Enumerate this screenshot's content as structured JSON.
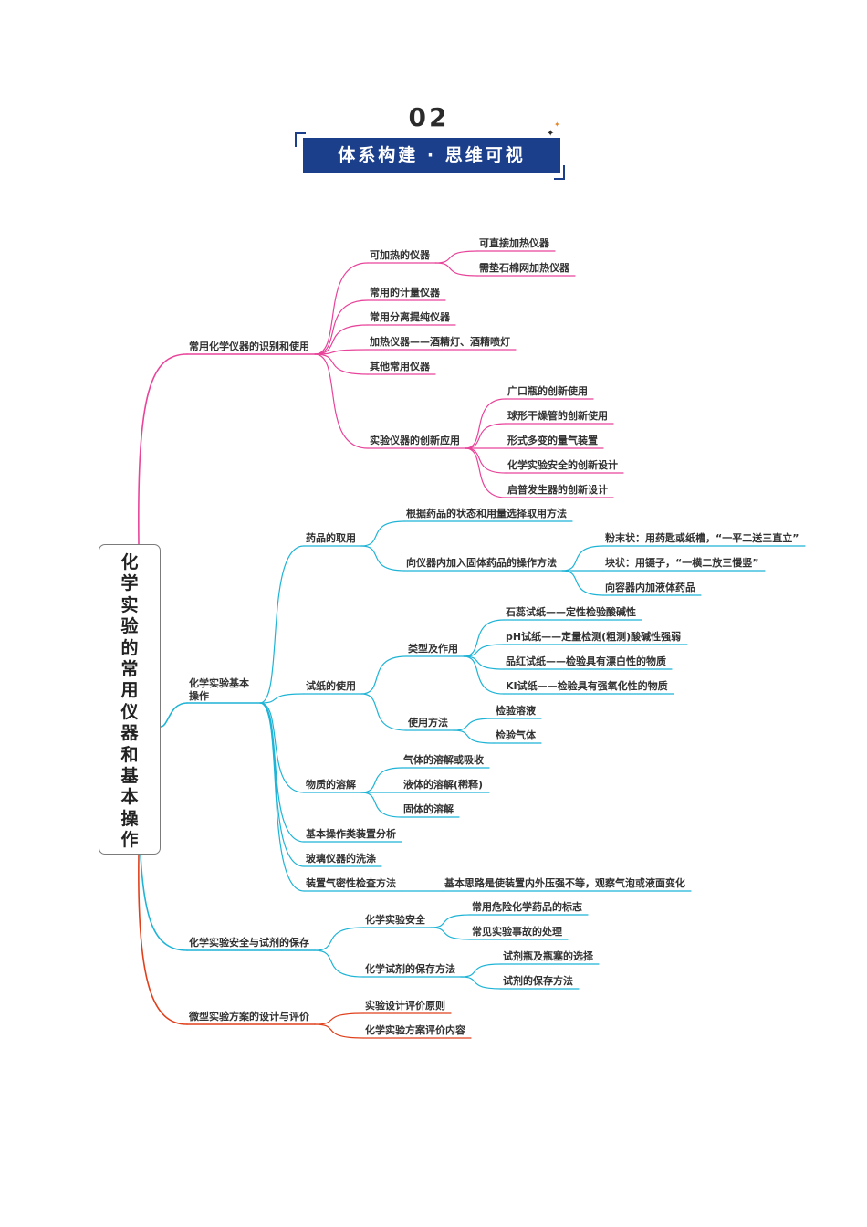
{
  "header": {
    "section_number": "02",
    "banner_title": "体系构建 · 思维可视"
  },
  "colors": {
    "banner_blue": "#1c3f8c",
    "pink": "#e8449a",
    "cyan": "#1fb4d6",
    "red": "#e0401c",
    "text": "#333333"
  },
  "mindmap": {
    "root": "化学实验的常用仪器和基本操作",
    "branches": [
      {
        "label": "常用化学仪器的识别和使用",
        "color": "pink",
        "children": [
          {
            "label": "可加热的仪器",
            "children": [
              {
                "label": "可直接加热仪器"
              },
              {
                "label": "需垫石棉网加热仪器"
              }
            ]
          },
          {
            "label": "常用的计量仪器"
          },
          {
            "label": "常用分离提纯仪器"
          },
          {
            "label": "加热仪器——酒精灯、酒精喷灯"
          },
          {
            "label": "其他常用仪器"
          },
          {
            "label": "实验仪器的创新应用",
            "children": [
              {
                "label": "广口瓶的创新使用"
              },
              {
                "label": "球形干燥管的创新使用"
              },
              {
                "label": "形式多变的量气装置"
              },
              {
                "label": "化学实验安全的创新设计"
              },
              {
                "label": "启普发生器的创新设计"
              }
            ]
          }
        ]
      },
      {
        "label": "化学实验基本操作",
        "color": "cyan",
        "children": [
          {
            "label": "药品的取用",
            "children": [
              {
                "label": "根据药品的状态和用量选择取用方法"
              },
              {
                "label": "向仪器内加入固体药品的操作方法",
                "children": [
                  {
                    "label": "粉末状：用药匙或纸槽，“一平二送三直立”"
                  },
                  {
                    "label": "块状：用镊子，“一横二放三慢竖”"
                  },
                  {
                    "label": "向容器内加液体药品"
                  }
                ]
              }
            ]
          },
          {
            "label": "试纸的使用",
            "children": [
              {
                "label": "类型及作用",
                "children": [
                  {
                    "label": "石蕊试纸——定性检验酸碱性"
                  },
                  {
                    "label": "pH试纸——定量检测(粗测)酸碱性强弱"
                  },
                  {
                    "label": "品红试纸——检验具有漂白性的物质"
                  },
                  {
                    "label": "KI试纸——检验具有强氧化性的物质"
                  }
                ]
              },
              {
                "label": "使用方法",
                "children": [
                  {
                    "label": "检验溶液"
                  },
                  {
                    "label": "检验气体"
                  }
                ]
              }
            ]
          },
          {
            "label": "物质的溶解",
            "children": [
              {
                "label": "气体的溶解或吸收"
              },
              {
                "label": "液体的溶解(稀释)"
              },
              {
                "label": "固体的溶解"
              }
            ]
          },
          {
            "label": "基本操作类装置分析"
          },
          {
            "label": "玻璃仪器的洗涤"
          },
          {
            "label": "装置气密性检查方法",
            "children": [
              {
                "label": "基本思路是使装置内外压强不等，观察气泡或液面变化"
              }
            ]
          }
        ]
      },
      {
        "label": "化学实验安全与试剂的保存",
        "color": "cyan",
        "children": [
          {
            "label": "化学实验安全",
            "children": [
              {
                "label": "常用危险化学药品的标志"
              },
              {
                "label": "常见实验事故的处理"
              }
            ]
          },
          {
            "label": "化学试剂的保存方法",
            "children": [
              {
                "label": "试剂瓶及瓶塞的选择"
              },
              {
                "label": "试剂的保存方法"
              }
            ]
          }
        ]
      },
      {
        "label": "微型实验方案的设计与评价",
        "color": "red",
        "children": [
          {
            "label": "实验设计评价原则"
          },
          {
            "label": "化学实验方案评价内容"
          }
        ]
      }
    ]
  }
}
